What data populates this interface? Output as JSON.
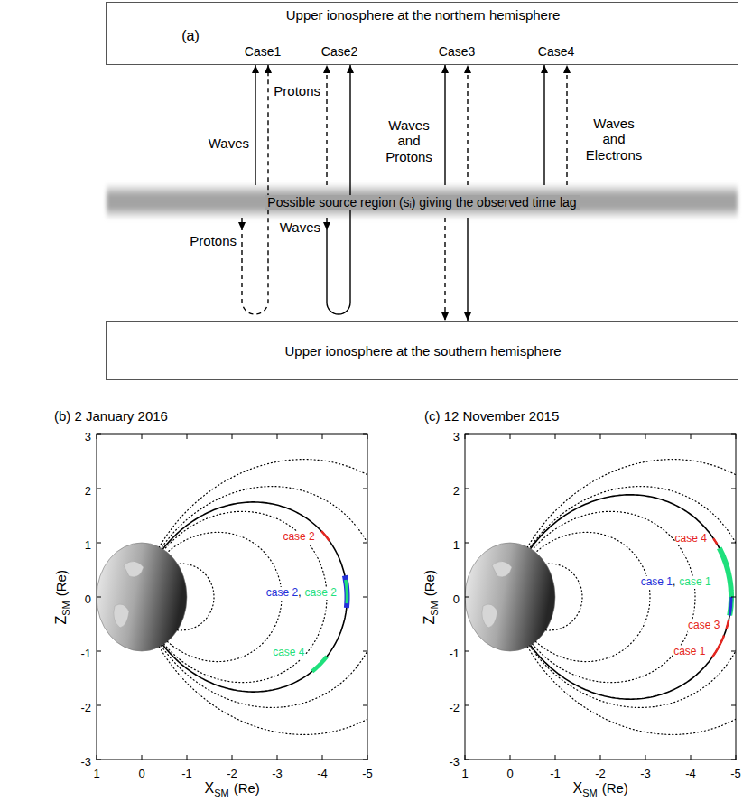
{
  "diagram": {
    "nodes": [
      {
        "text": [
          "Upper ionosphere at the northern hemisphere",
          "Case1",
          "Case2",
          "Case3",
          "Case4"
        ]
      },
      {
        "text": [
          "Possible source region (sᵢ) giving the observed time lag"
        ]
      },
      {
        "text": [
          "Upper ionosphere at the southern hemisphere"
        ]
      }
    ],
    "edges": [
      {
        "from": 1,
        "to": 0,
        "arrow": "to",
        "label": "Waves"
      },
      {
        "from": 1,
        "to": 0,
        "arrow": "to",
        "label": "Protons"
      },
      {
        "from": 1,
        "to": 0,
        "arrow": "to",
        "label": "Protons"
      },
      {
        "from": 1,
        "to": 0,
        "arrow": "to",
        "label": "Waves"
      },
      {
        "from": 1,
        "to": 0,
        "arrow": "to",
        "label": "Waves and Protons"
      },
      {
        "from": 1,
        "to": 0,
        "arrow": "to"
      },
      {
        "from": 1,
        "to": 2,
        "arrow": "to"
      },
      {
        "from": 1,
        "to": 2,
        "arrow": "to"
      },
      {
        "from": 1,
        "to": 0,
        "arrow": "to"
      },
      {
        "from": 1,
        "to": 0,
        "arrow": "to",
        "label": "Waves and Electrons"
      }
    ],
    "labels": [
      "(a)",
      "(b) 2 January 2016",
      "3",
      "2",
      "1",
      "0",
      "-1",
      "-2",
      "-3",
      "1",
      "0",
      "-1",
      "-2",
      "-3",
      "-4",
      "-5",
      "Z",
      "SM",
      "(Re)",
      "X",
      "SM",
      "(Re)",
      "case 2",
      "case 2",
      ",",
      "case 2",
      "case 4",
      "(c) 12 November 2015",
      "3",
      "2",
      "1",
      "0",
      "-1",
      "-2",
      "-3",
      "1",
      "0",
      "-1",
      "-2",
      "-3",
      "-4",
      "-5",
      "Z",
      "SM",
      "(Re)",
      "X",
      "SM",
      "(Re)",
      "case 4",
      "case 1",
      ",",
      "case 1",
      "case 3",
      "case 1"
    ]
  }
}
